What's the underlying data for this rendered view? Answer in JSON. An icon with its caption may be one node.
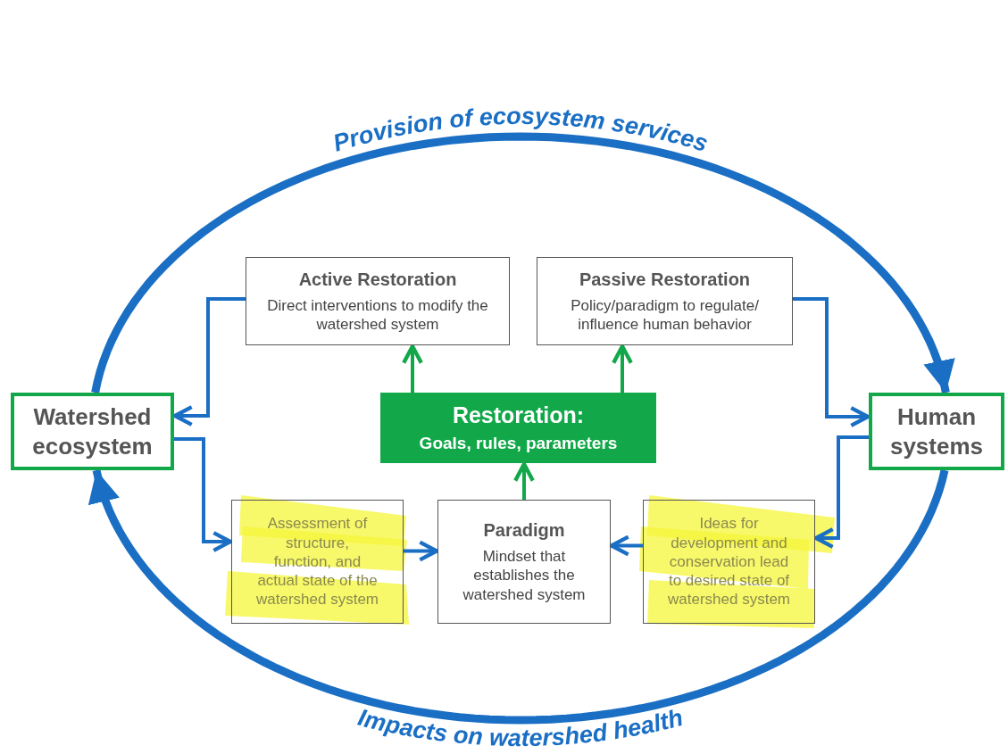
{
  "diagram": {
    "nodes": [
      {
        "text": [
          "Watershed ecosystem"
        ]
      },
      {
        "text": [
          "Human systems"
        ]
      },
      {
        "text": [
          "Active Restoration",
          "Direct interventions to modify the watershed system"
        ]
      },
      {
        "text": [
          "Passive Restoration",
          "Policy/paradigm to regulate/ influence human behavior"
        ]
      },
      {
        "text": [
          "Restoration:",
          "Goals, rules, parameters"
        ]
      },
      {
        "text": [
          "Assessment of structure, function, and actual state of the watershed system"
        ]
      },
      {
        "text": [
          "Paradigm",
          "Mindset that establishes the watershed system"
        ]
      },
      {
        "text": [
          "Ideas for development and conservation lead to desired state of watershed system"
        ]
      }
    ],
    "edges": [
      {
        "from": 0,
        "to": 1,
        "arrow": "to",
        "label": "Provision of ecosystem services",
        "style": "thick"
      },
      {
        "from": 1,
        "to": 0,
        "arrow": "to",
        "label": "Impacts on watershed health",
        "style": "thick"
      },
      {
        "from": 2,
        "to": 0,
        "arrow": "to"
      },
      {
        "from": 0,
        "to": 5,
        "arrow": "to"
      },
      {
        "from": 3,
        "to": 1,
        "arrow": "to"
      },
      {
        "from": 1,
        "to": 7,
        "arrow": "to"
      },
      {
        "from": 5,
        "to": 6,
        "arrow": "to"
      },
      {
        "from": 7,
        "to": 6,
        "arrow": "to"
      },
      {
        "from": 6,
        "to": 4,
        "arrow": "to",
        "color": "#12a84a"
      },
      {
        "from": 4,
        "to": 2,
        "arrow": "to",
        "color": "#12a84a"
      },
      {
        "from": 4,
        "to": 3,
        "arrow": "to",
        "color": "#12a84a"
      }
    ]
  }
}
